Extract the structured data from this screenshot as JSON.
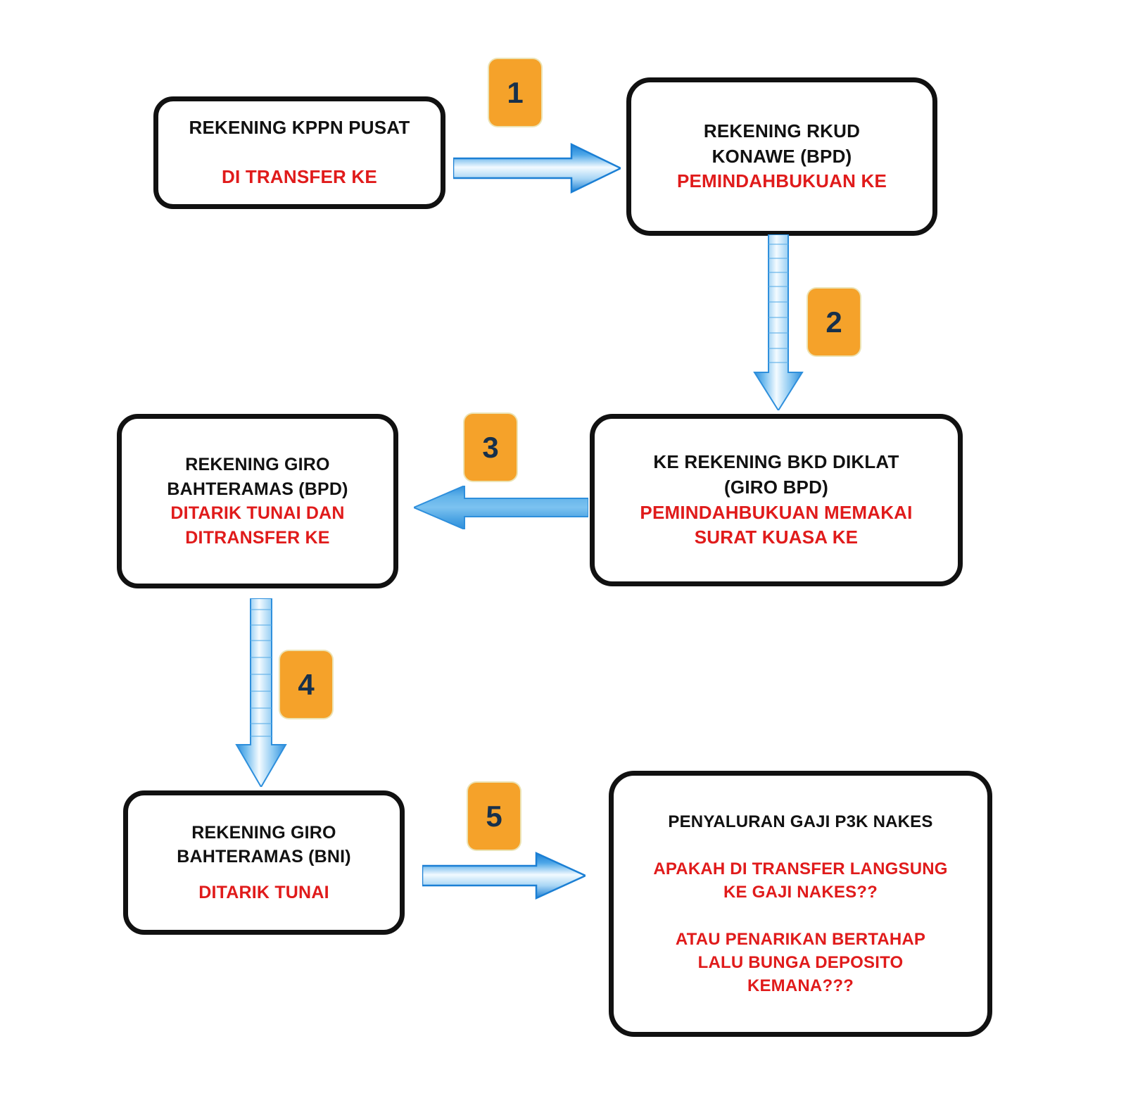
{
  "diagram": {
    "title_present": false,
    "colors": {
      "box_border": "#111111",
      "black_text": "#111111",
      "red_text": "#E01B1B",
      "badge_fill": "#F5A22A",
      "badge_number": "#17304B",
      "arrow_dark": "#1B7FD4",
      "arrow_light": "#EAF4FD"
    },
    "nodes": [
      {
        "id": "kppn-pusat",
        "lines": [
          {
            "text": "REKENING KPPN PUSAT",
            "color": "black"
          },
          {
            "text": "DI TRANSFER KE",
            "color": "red"
          }
        ]
      },
      {
        "id": "rkud-konawe",
        "lines": [
          {
            "text": "REKENING RKUD",
            "color": "black"
          },
          {
            "text": "KONAWE (BPD)",
            "color": "black"
          },
          {
            "text": "PEMINDAHBUKUAN KE",
            "color": "red"
          }
        ]
      },
      {
        "id": "bkd-diklat",
        "lines": [
          {
            "text": "KE REKENING BKD DIKLAT",
            "color": "black"
          },
          {
            "text": "(GIRO BPD)",
            "color": "black"
          },
          {
            "text": "PEMINDAHBUKUAN MEMAKAI",
            "color": "red"
          },
          {
            "text": "SURAT KUASA KE",
            "color": "red"
          }
        ]
      },
      {
        "id": "giro-bahteramas-bpd",
        "lines": [
          {
            "text": "REKENING GIRO",
            "color": "black"
          },
          {
            "text": "BAHTERAMAS (BPD)",
            "color": "black"
          },
          {
            "text": "DITARIK TUNAI DAN",
            "color": "red"
          },
          {
            "text": "DITRANSFER KE",
            "color": "red"
          }
        ]
      },
      {
        "id": "giro-bahteramas-bni",
        "lines": [
          {
            "text": "REKENING GIRO",
            "color": "black"
          },
          {
            "text": "BAHTERAMAS (BNI)",
            "color": "black"
          },
          {
            "text": "DITARIK TUNAI",
            "color": "red"
          }
        ]
      },
      {
        "id": "penyaluran-gaji",
        "lines": [
          {
            "text": "PENYALURAN GAJI P3K NAKES",
            "color": "black"
          },
          {
            "text": "APAKAH DI TRANSFER LANGSUNG",
            "color": "red"
          },
          {
            "text": "KE GAJI NAKES??",
            "color": "red"
          },
          {
            "text": "ATAU PENARIKAN BERTAHAP",
            "color": "red"
          },
          {
            "text": "LALU BUNGA DEPOSITO",
            "color": "red"
          },
          {
            "text": "KEMANA???",
            "color": "red"
          }
        ]
      }
    ],
    "steps": [
      {
        "number": "1",
        "direction": "right",
        "from": "kppn-pusat",
        "to": "rkud-konawe"
      },
      {
        "number": "2",
        "direction": "down",
        "from": "rkud-konawe",
        "to": "bkd-diklat"
      },
      {
        "number": "3",
        "direction": "left",
        "from": "bkd-diklat",
        "to": "giro-bahteramas-bpd"
      },
      {
        "number": "4",
        "direction": "down",
        "from": "giro-bahteramas-bpd",
        "to": "giro-bahteramas-bni"
      },
      {
        "number": "5",
        "direction": "right",
        "from": "giro-bahteramas-bni",
        "to": "penyaluran-gaji"
      }
    ]
  }
}
